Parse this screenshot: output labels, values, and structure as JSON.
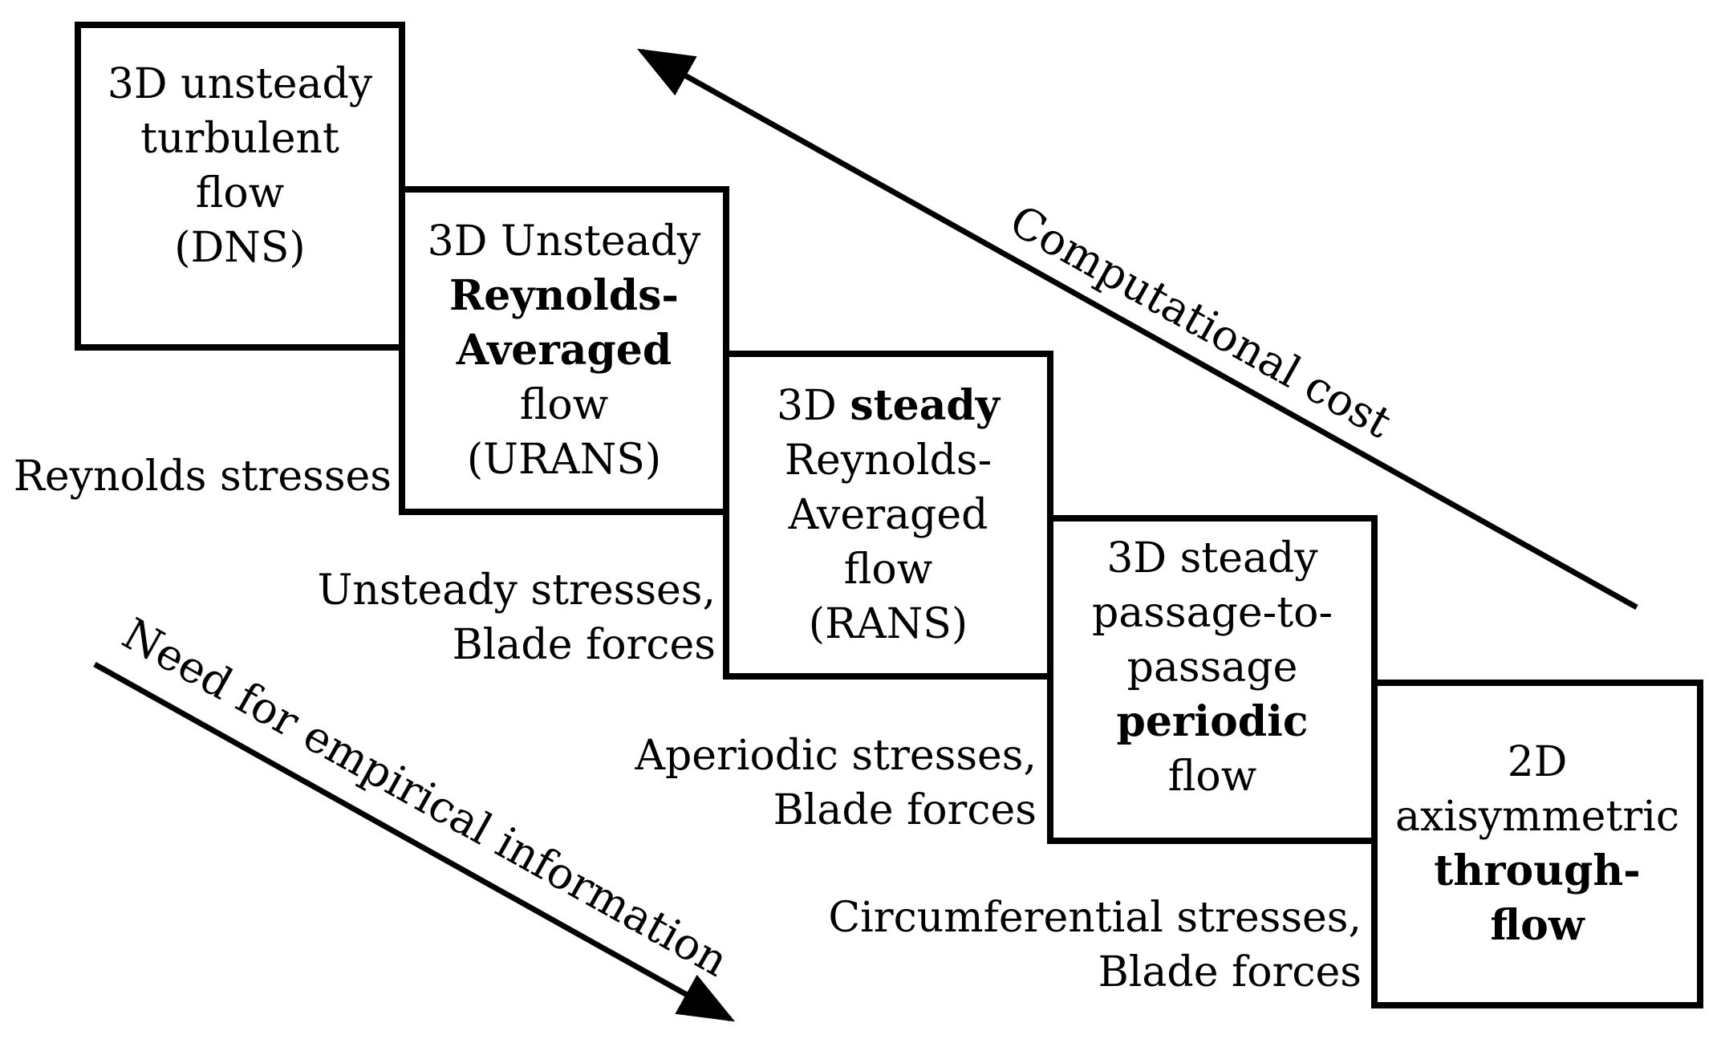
{
  "boxes": [
    {
      "id": "dns",
      "lines": [
        {
          "text": "3D unsteady"
        },
        {
          "text": "turbulent"
        },
        {
          "text": "flow"
        },
        {
          "text": "(DNS)"
        }
      ]
    },
    {
      "id": "urans",
      "lines": [
        {
          "text": "3D Unsteady"
        },
        {
          "text": "Reynolds-",
          "bold": true
        },
        {
          "text": "Averaged",
          "bold": true
        },
        {
          "text": "flow"
        },
        {
          "text": "(URANS)"
        }
      ]
    },
    {
      "id": "rans",
      "lines": [
        {
          "text": "3D steady Reynolds-"
        },
        {
          "text": "Averaged"
        },
        {
          "text": "flow"
        },
        {
          "text": "(RANS)"
        }
      ],
      "first_line_bold_word": "steady"
    },
    {
      "id": "passage",
      "lines": [
        {
          "text": "3D steady"
        },
        {
          "text": "passage-to-"
        },
        {
          "text": "passage"
        },
        {
          "text": "periodic",
          "bold": true
        },
        {
          "text": "flow"
        }
      ]
    },
    {
      "id": "throughflow",
      "lines": [
        {
          "text": "2D"
        },
        {
          "text": "axisymmetric"
        },
        {
          "text": "through-",
          "bold": true
        },
        {
          "text": "flow",
          "bold": true
        }
      ]
    }
  ],
  "rans_line1": {
    "pre": "3D ",
    "bold": "steady",
    "line2": "Reynolds-"
  },
  "labels": {
    "reynolds_stresses": "Reynolds stresses",
    "unsteady_1": "Unsteady stresses,",
    "unsteady_2": "Blade forces",
    "aperiodic_1": "Aperiodic stresses,",
    "aperiodic_2": "Blade forces",
    "circumferential_1": "Circumferential stresses,",
    "circumferential_2": "Blade forces"
  },
  "arrows": {
    "computational_cost": "Computational cost",
    "empirical_information": "Need for empirical  information"
  }
}
